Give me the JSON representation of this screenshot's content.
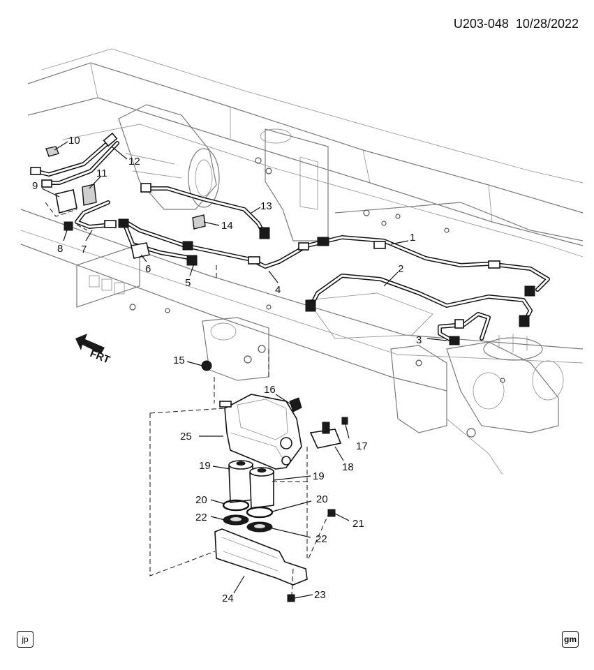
{
  "diagram_code": "U203-048",
  "date": "10/28/2022",
  "direction_label": "FRT",
  "badge_left": "jp",
  "badge_right": "gm",
  "callouts": [
    "1",
    "2",
    "3",
    "4",
    "5",
    "6",
    "7",
    "8",
    "9",
    "10",
    "11",
    "12",
    "13",
    "14",
    "15",
    "16",
    "17",
    "18",
    "19",
    "19",
    "20",
    "20",
    "21",
    "22",
    "22",
    "23",
    "24",
    "25"
  ]
}
